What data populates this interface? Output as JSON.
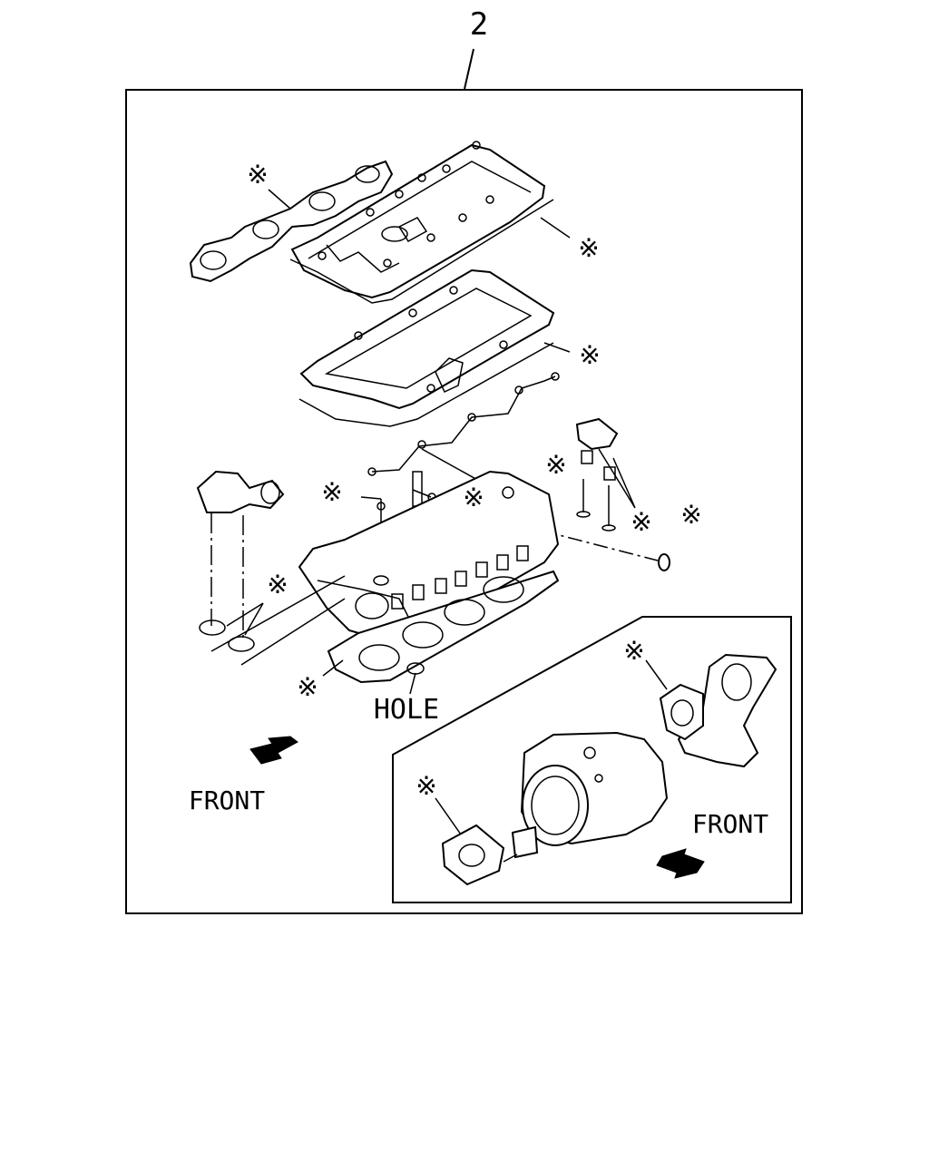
{
  "diagram": {
    "ref_number": "2",
    "hole_label": "HOLE",
    "front_label_main": "FRONT",
    "front_label_inset": "FRONT",
    "marker_glyph": "※",
    "colors": {
      "ink": "#000000",
      "paper": "#ffffff"
    },
    "icons": [
      "asterisk-marker-icon",
      "front-arrow-icon"
    ]
  }
}
